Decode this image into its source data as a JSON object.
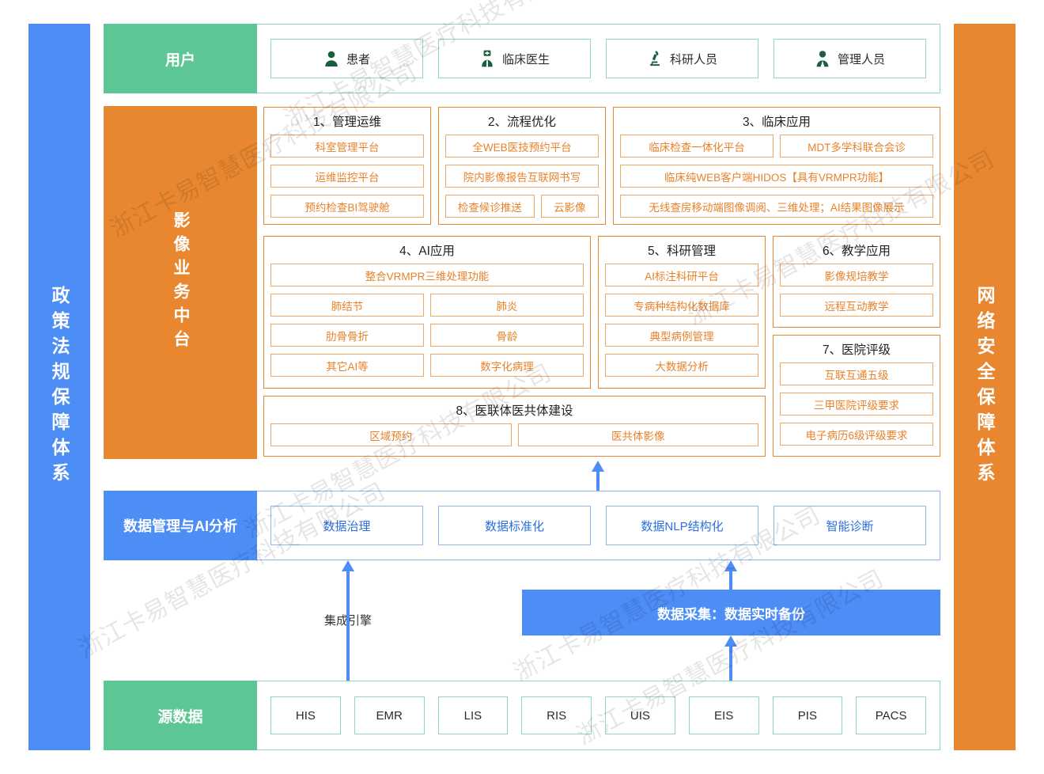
{
  "rails": {
    "left": {
      "label": "政策法规保障体系",
      "color": "#4D8DF6"
    },
    "right": {
      "label": "网络安全保障体系",
      "color": "#E8872F"
    }
  },
  "user_band": {
    "label": "用户",
    "color": "#5CC794",
    "items": [
      {
        "label": "患者",
        "icon": "person-icon"
      },
      {
        "label": "临床医生",
        "icon": "doctor-icon"
      },
      {
        "label": "科研人员",
        "icon": "microscope-icon"
      },
      {
        "label": "管理人员",
        "icon": "manager-icon"
      }
    ]
  },
  "platform_band": {
    "label": "影像业务中台",
    "color": "#E8872F",
    "groups": [
      {
        "title": "1、管理运维",
        "rows": [
          [
            "科室管理平台"
          ],
          [
            "运维监控平台"
          ],
          [
            "预约检查BI驾驶舱"
          ]
        ]
      },
      {
        "title": "2、流程优化",
        "rows": [
          [
            "全WEB医技预约平台"
          ],
          [
            "院内影像报告互联网书写"
          ],
          [
            "检查候诊推送",
            "云影像"
          ]
        ]
      },
      {
        "title": "3、临床应用",
        "rows": [
          [
            "临床检查一体化平台",
            "MDT多学科联合会诊"
          ],
          [
            "临床纯WEB客户端HIDOS【具有VRMPR功能】"
          ],
          [
            "无线查房移动端图像调阅、三维处理；AI结果图像展示"
          ]
        ]
      },
      {
        "title": "4、AI应用",
        "rows": [
          [
            "整合VRMPR三维处理功能"
          ],
          [
            "肺结节",
            "肺炎"
          ],
          [
            "肋骨骨折",
            "骨龄"
          ],
          [
            "其它AI等",
            "数字化病理"
          ]
        ]
      },
      {
        "title": "5、科研管理",
        "rows": [
          [
            "AI标注科研平台"
          ],
          [
            "专病种结构化数据库"
          ],
          [
            "典型病例管理"
          ],
          [
            "大数据分析"
          ]
        ]
      },
      {
        "title": "6、教学应用",
        "rows": [
          [
            "影像规培教学"
          ],
          [
            "远程互动教学"
          ]
        ]
      },
      {
        "title": "7、医院评级",
        "rows": [
          [
            "互联互通五级"
          ],
          [
            "三甲医院评级要求"
          ],
          [
            "电子病历6级评级要求"
          ]
        ]
      },
      {
        "title": "8、医联体医共体建设",
        "rows": [
          [
            "区域预约",
            "医共体影像"
          ]
        ]
      }
    ]
  },
  "data_band": {
    "label": "数据管理与AI分析",
    "color": "#4D8DF6",
    "items": [
      "数据治理",
      "数据标准化",
      "数据NLP结构化",
      "智能诊断"
    ]
  },
  "middle": {
    "integration_label": "集成引擎",
    "collect_label": "数据采集：数据实时备份",
    "collect_color": "#4D8DF6"
  },
  "source_band": {
    "label": "源数据",
    "color": "#5CC794",
    "items": [
      "HIS",
      "EMR",
      "LIS",
      "RIS",
      "UIS",
      "EIS",
      "PIS",
      "PACS"
    ]
  },
  "watermark": {
    "text": "浙江卡易智慧医疗科技有限公司"
  }
}
